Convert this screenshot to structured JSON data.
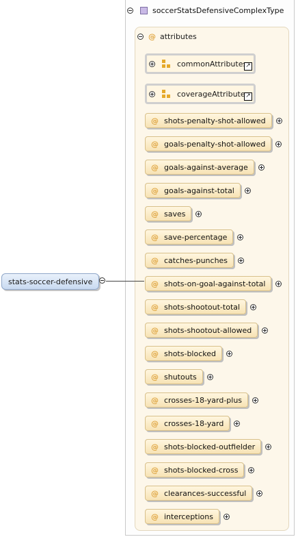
{
  "element": {
    "name": "stats-soccer-defensive"
  },
  "complex_type": {
    "name": "soccerStatsDefensiveComplexType"
  },
  "attributes_group": {
    "label": "attributes",
    "refs": [
      {
        "label": "commonAttributes"
      },
      {
        "label": "coverageAttributes"
      }
    ],
    "items": [
      {
        "label": "shots-penalty-shot-allowed"
      },
      {
        "label": "goals-penalty-shot-allowed"
      },
      {
        "label": "goals-against-average"
      },
      {
        "label": "goals-against-total"
      },
      {
        "label": "saves"
      },
      {
        "label": "save-percentage"
      },
      {
        "label": "catches-punches"
      },
      {
        "label": "shots-on-goal-against-total"
      },
      {
        "label": "shots-shootout-total"
      },
      {
        "label": "shots-shootout-allowed"
      },
      {
        "label": "shots-blocked"
      },
      {
        "label": "shutouts"
      },
      {
        "label": "crosses-18-yard-plus"
      },
      {
        "label": "crosses-18-yard"
      },
      {
        "label": "shots-blocked-outfielder"
      },
      {
        "label": "shots-blocked-cross"
      },
      {
        "label": "clearances-successful"
      },
      {
        "label": "interceptions"
      }
    ]
  },
  "colors": {
    "attribute_fill": "#f7e3b5",
    "attribute_symbol": "#e0a642",
    "element_fill": "#c9daf1",
    "complex_icon": "#c9b9e6"
  },
  "icons": {
    "attribute": "at-sign",
    "expand": "plus-circle",
    "collapse": "minus-circle",
    "group": "attribute-group-icon",
    "reference": "link-arrow-icon"
  }
}
